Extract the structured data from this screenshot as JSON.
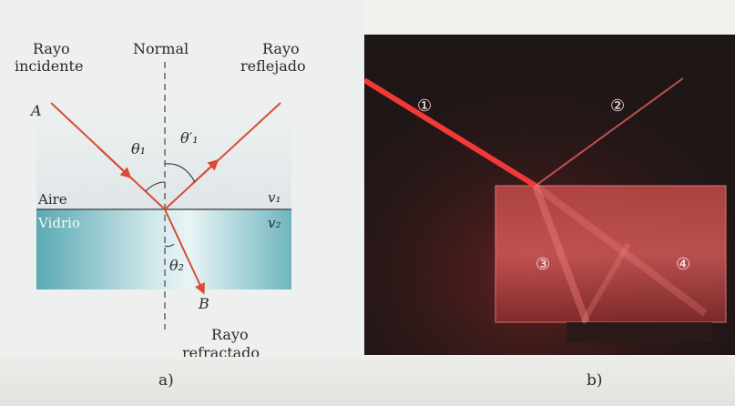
{
  "figure_a": {
    "labels": {
      "incident_ray_1": "Rayo",
      "incident_ray_2": "incidente",
      "normal": "Normal",
      "reflected_ray_1": "Rayo",
      "reflected_ray_2": "reflejado",
      "point_a": "A",
      "point_b": "B",
      "theta1": "θ₁",
      "theta1_prime": "θ′₁",
      "theta2": "θ₂",
      "medium_air": "Aire",
      "medium_glass": "Vidrio",
      "v1": "v₁",
      "v2": "v₂",
      "refracted_ray_1": "Rayo",
      "refracted_ray_2": "refractado"
    },
    "caption": "a)"
  },
  "figure_b": {
    "ray_numbers": [
      "①",
      "②",
      "③",
      "④"
    ],
    "caption": "b)"
  },
  "colors": {
    "ray": "#d84c36",
    "glass_top": "#5aaeb9",
    "glass_light": "#e8f3f4",
    "photo_background": "#1e1515",
    "laser": "#ff3a3a"
  }
}
